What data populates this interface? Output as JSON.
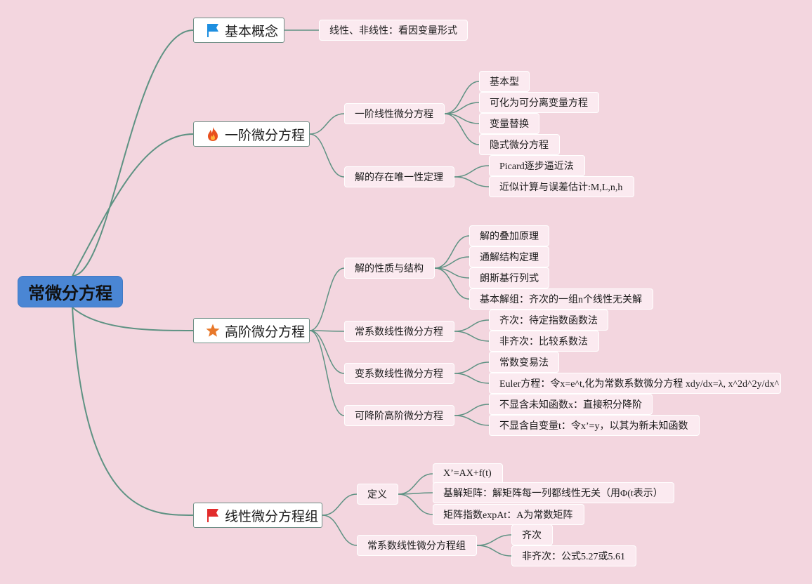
{
  "root": {
    "label": "常微分方程"
  },
  "branches": {
    "basic": {
      "label": "基本概念",
      "icon": "blue-flag-icon",
      "items": {
        "a": "线性、非线性：看因变量形式"
      }
    },
    "first": {
      "label": "一阶微分方程",
      "icon": "fire-icon",
      "linear": {
        "label": "一阶线性微分方程",
        "items": [
          "基本型",
          "可化为可分离变量方程",
          "变量替换",
          "隐式微分方程"
        ]
      },
      "existence": {
        "label": "解的存在唯一性定理",
        "items": [
          "Picard逐步逼近法",
          "近似计算与误差估计:M,L,n,h"
        ]
      }
    },
    "higher": {
      "label": "高阶微分方程",
      "icon": "orange-star-icon",
      "structure": {
        "label": "解的性质与结构",
        "items": [
          "解的叠加原理",
          "通解结构定理",
          "朗斯基行列式",
          "基本解组：齐次的一组n个线性无关解"
        ]
      },
      "constant": {
        "label": "常系数线性微分方程",
        "items": [
          "齐次：待定指数函数法",
          "非齐次：比较系数法"
        ]
      },
      "variable": {
        "label": "变系数线性微分方程",
        "items": [
          "常数变易法",
          "Euler方程：令x=e^t,化为常数系数微分方程 xdy/dx=λ, x^2d^2y/dx^"
        ]
      },
      "reducible": {
        "label": "可降阶高阶微分方程",
        "items": [
          "不显含未知函数x：直接积分降阶",
          "不显含自变量t：令x’=y，以其为新未知函数"
        ]
      }
    },
    "systems": {
      "label": "线性微分方程组",
      "icon": "red-flag-icon",
      "definition": {
        "label": "定义",
        "items": [
          "X’=AX+f(t)",
          "基解矩阵：解矩阵每一列都线性无关（用Φ(t表示）",
          "矩阵指数expAt：A为常数矩阵"
        ]
      },
      "constant": {
        "label": "常系数线性微分方程组",
        "items": [
          "齐次",
          "非齐次：公式5.27或5.61"
        ]
      }
    }
  },
  "colors": {
    "background": "#f3d6df",
    "connector": "#5e9283",
    "root": "#4a86d4",
    "flag_blue": "#1e8fe0",
    "fire": "#e8501e",
    "star": "#e8782a",
    "flag_red": "#e22b2b"
  }
}
